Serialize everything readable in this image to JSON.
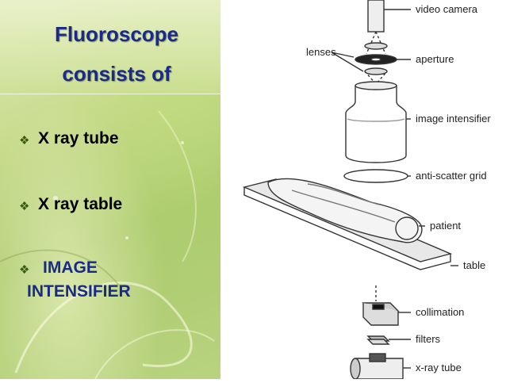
{
  "slide": {
    "title_line1": "Fluoroscope",
    "title_line2": "consists of",
    "bullets": [
      {
        "text": "X ray tube"
      },
      {
        "text": "X ray table"
      },
      {
        "line1": "IMAGE",
        "line2": "INTENSIFIER"
      }
    ],
    "bullet_glyph": "❖"
  },
  "diagram": {
    "labels": {
      "video_camera": "video camera",
      "lenses": "lenses",
      "aperture": "aperture",
      "image_intensifier": "image intensifier",
      "anti_scatter_grid": "anti-scatter grid",
      "patient": "patient",
      "table": "table",
      "collimation": "collimation",
      "filters": "filters",
      "x_ray_tube": "x-ray tube"
    }
  },
  "colors": {
    "title": "#1a2a8a",
    "bullet_text": "#000000",
    "intensifier_text": "#1a2a8a",
    "background_green": "#b9d37f"
  }
}
